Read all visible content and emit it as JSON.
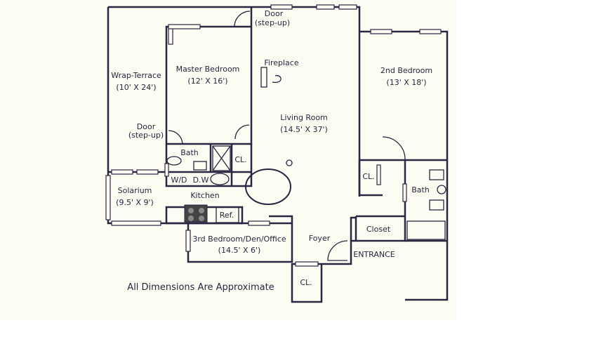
{
  "rooms": {
    "door_top": [
      "Door",
      "(step-up)"
    ],
    "master_bedroom": [
      "Master Bedroom",
      "(12' X 16')"
    ],
    "fireplace": "Fireplace",
    "wrap_terrace": [
      "Wrap-Terrace",
      "(10' X 24')"
    ],
    "door_left": [
      "Door",
      "(step-up)"
    ],
    "living_room": [
      "Living Room",
      "(14.5' X 37')"
    ],
    "second_bedroom": [
      "2nd Bedroom",
      "(13' X 18')"
    ],
    "bath_master": "Bath",
    "cl_master": "CL.",
    "wd": "W/D",
    "dw": "D.W",
    "solarium": [
      "Solarium",
      "(9.5' X 9')"
    ],
    "kitchen": "Kitchen",
    "ref": "Ref.",
    "third_bedroom": [
      "3rd Bedroom/Den/Office",
      "(14.5' X 6')"
    ],
    "foyer": "Foyer",
    "entrance": "ENTRANCE",
    "cl_bottom": "CL.",
    "cl_second": "CL.",
    "bath_second": "Bath",
    "closet": "Closet"
  },
  "note": "All Dimensions Are Approximate"
}
